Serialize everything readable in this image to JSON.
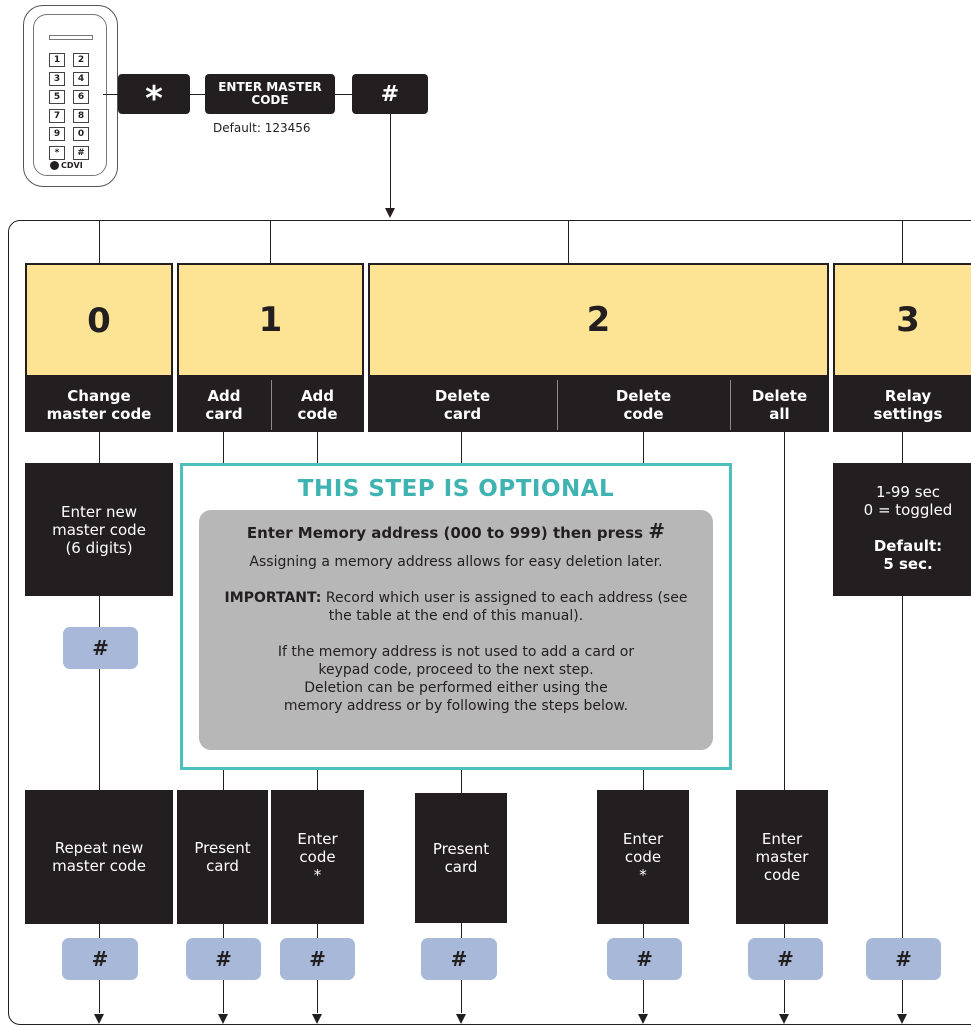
{
  "keypad": {
    "keys": [
      "1",
      "2",
      "3",
      "4",
      "5",
      "6",
      "7",
      "8",
      "9",
      "0",
      "*",
      "#"
    ],
    "brand": "CDVI"
  },
  "entry": {
    "star": "*",
    "enter_master": "ENTER MASTER CODE",
    "hash": "#",
    "default_note": "Default: 123456"
  },
  "groups": [
    {
      "number": "0"
    },
    {
      "number": "1"
    },
    {
      "number": "2"
    },
    {
      "number": "3"
    }
  ],
  "headers": {
    "change_master": "Change master code",
    "add_card": "Add card",
    "add_code": "Add code",
    "delete_card": "Delete card",
    "delete_code": "Delete code",
    "delete_all": "Delete all",
    "relay": "Relay settings"
  },
  "steps": {
    "new_master": "Enter new master code (6 digits)",
    "relay_range": "1-99 sec\n0 = toggled",
    "relay_default": "Default:\n5 sec.",
    "repeat_master": "Repeat new master code",
    "present_card": "Present card",
    "enter_code": "Enter code\n*",
    "present_card_2": "Present card",
    "enter_code_2": "Enter code\n*",
    "enter_master_code": "Enter master code"
  },
  "hash_label": "#",
  "optional": {
    "title": "THIS STEP IS OPTIONAL",
    "memory_line": "Enter Memory address (000 to 999) then press",
    "memory_hash": "#",
    "p1": "Assigning a memory address allows for easy deletion later.",
    "important_label": "IMPORTANT:",
    "important_text": " Record which user is assigned to each address (see the table at the end of this manual).",
    "p3": "If the memory address is not used to add a card or keypad code, proceed to the next step.",
    "p4": "Deletion can be performed either using the memory address or by following the steps below."
  },
  "colors": {
    "yellow": "#fde495",
    "black": "#231f20",
    "hash_blue": "#a7b8d8",
    "teal": "#4cbfbf",
    "gray_box": "#b7b7b7"
  }
}
